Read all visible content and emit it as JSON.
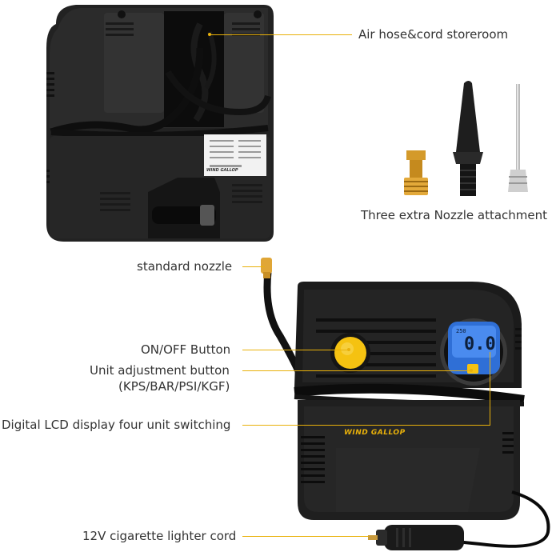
{
  "labels": {
    "storeroom": "Air hose&cord storeroom",
    "nozzles": "Three extra Nozzle attachment",
    "standard_nozzle": "standard nozzle",
    "onoff": "ON/OFF Button",
    "unit_adjust": "Unit adjustment button",
    "unit_adjust_sub": "(KPS/BAR/PSI/KGF)",
    "lcd": "Digital LCD display four unit switching",
    "cord": "12V cigarette lighter cord"
  },
  "brand": {
    "logo_text": "WIND GALLOP"
  },
  "lcd": {
    "reading": "0.0",
    "small_reading": "250"
  },
  "colors": {
    "accent": "#e9b10a",
    "button": "#f5c211",
    "body": "#1e1e1e",
    "lcd": "#2f6fd6"
  }
}
